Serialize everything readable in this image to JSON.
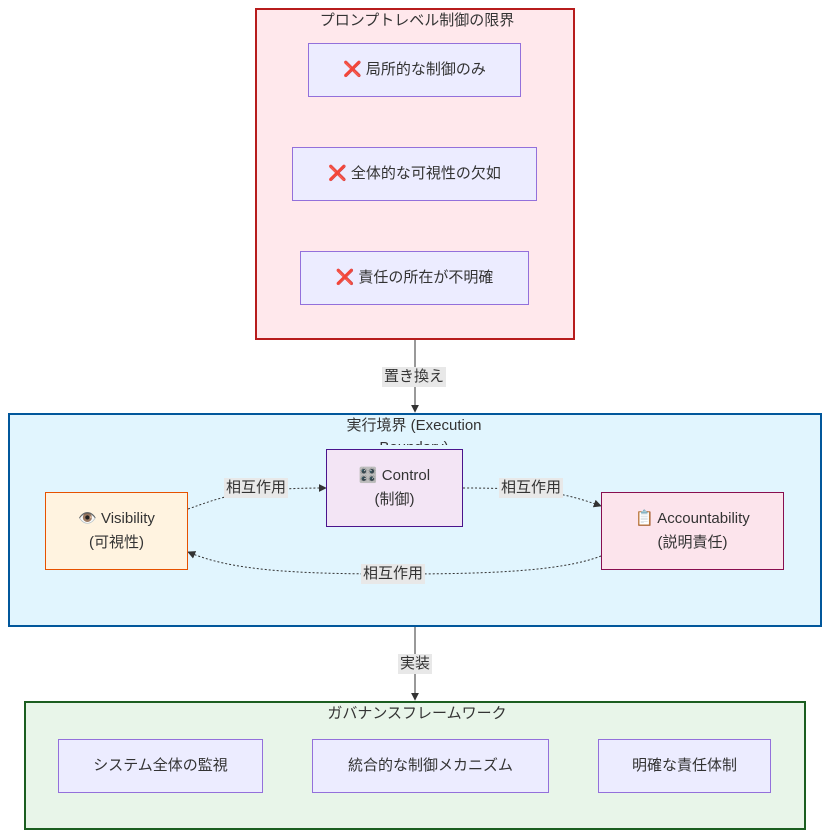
{
  "colors": {
    "limits_fill": "#FFE8EC",
    "limits_stroke": "#B71C1C",
    "boundary_fill": "#E1F5FE",
    "boundary_stroke": "#01579B",
    "governance_fill": "#E8F5E9",
    "governance_stroke": "#1B5E20",
    "node_fill": "#ECECFF",
    "node_stroke": "#9370DB",
    "visibility_fill": "#FFF3E0",
    "visibility_stroke": "#E65100",
    "control_fill": "#F3E5F5",
    "control_stroke": "#4A148C",
    "accountability_fill": "#FCE4EC",
    "accountability_stroke": "#880E4F"
  },
  "limits": {
    "title": "プロンプトレベル制御の限界",
    "items": [
      {
        "icon": "cross-mark-icon",
        "symbol": "❌",
        "text": "局所的な制御のみ"
      },
      {
        "icon": "cross-mark-icon",
        "symbol": "❌",
        "text": "全体的な可視性の欠如"
      },
      {
        "icon": "cross-mark-icon",
        "symbol": "❌",
        "text": "責任の所在が不明確"
      }
    ]
  },
  "edge_replace": {
    "label": "置き換え"
  },
  "boundary": {
    "title": "実行境界 (Execution Boundary)",
    "visibility": {
      "icon": "eye-icon",
      "symbol": "👁️",
      "label": "Visibility",
      "sub": "(可視性)"
    },
    "control": {
      "icon": "control-knobs-icon",
      "symbol": "🎛️",
      "label": "Control",
      "sub": "(制御)"
    },
    "accountability": {
      "icon": "clipboard-icon",
      "symbol": "📋",
      "label": "Accountability",
      "sub": "(説明責任)"
    },
    "edge_v_c": "相互作用",
    "edge_c_a": "相互作用",
    "edge_a_v": "相互作用"
  },
  "edge_implement": {
    "label": "実装"
  },
  "governance": {
    "title": "ガバナンスフレームワーク",
    "items": [
      "システム全体の監視",
      "統合的な制御メカニズム",
      "明確な責任体制"
    ]
  }
}
